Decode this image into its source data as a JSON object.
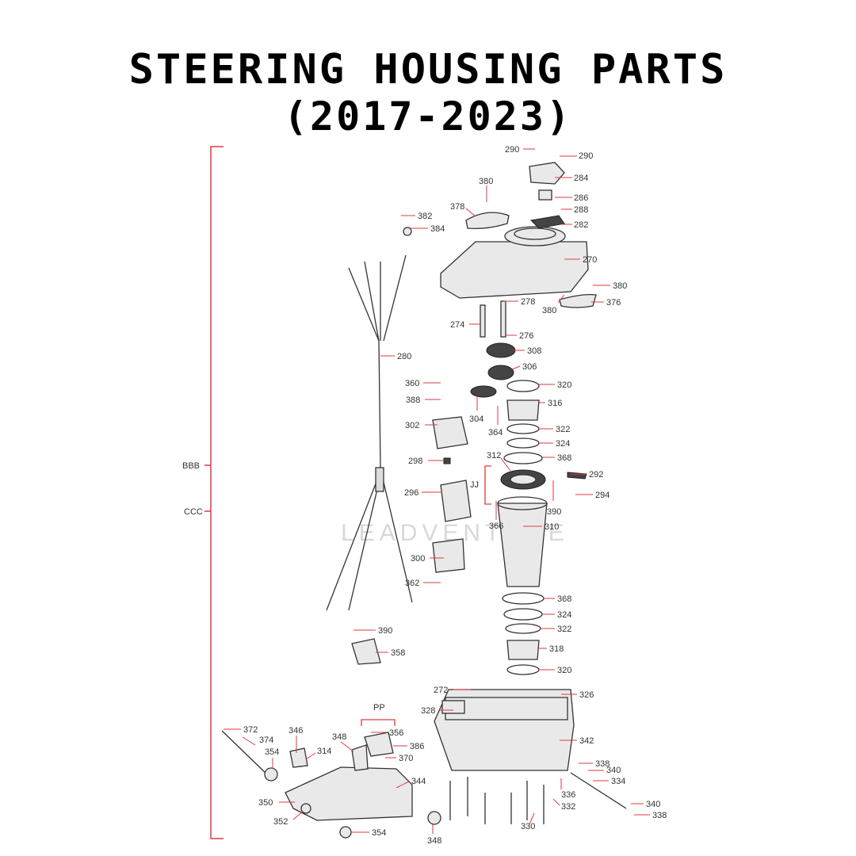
{
  "title": {
    "line1": "STEERING HOUSING PARTS",
    "line2": "(2017-2023)"
  },
  "colors": {
    "leader": "#e23a3a",
    "part": "#333333",
    "bracket": "#e23a3a"
  },
  "watermark": "LEADVENTURE",
  "brackets": {
    "outer": "BBB",
    "inner": "CCC",
    "jj": "JJ",
    "pp": "PP"
  },
  "labels": [
    {
      "id": "290a",
      "text": "290"
    },
    {
      "id": "290b",
      "text": "290"
    },
    {
      "id": "284",
      "text": "284"
    },
    {
      "id": "380a",
      "text": "380"
    },
    {
      "id": "286",
      "text": "286"
    },
    {
      "id": "378",
      "text": "378"
    },
    {
      "id": "288",
      "text": "288"
    },
    {
      "id": "282",
      "text": "282"
    },
    {
      "id": "382",
      "text": "382"
    },
    {
      "id": "384",
      "text": "384"
    },
    {
      "id": "270",
      "text": "270"
    },
    {
      "id": "380b",
      "text": "380"
    },
    {
      "id": "278",
      "text": "278"
    },
    {
      "id": "376",
      "text": "376"
    },
    {
      "id": "380c",
      "text": "380"
    },
    {
      "id": "274",
      "text": "274"
    },
    {
      "id": "276",
      "text": "276"
    },
    {
      "id": "308",
      "text": "308"
    },
    {
      "id": "280",
      "text": "280"
    },
    {
      "id": "306",
      "text": "306"
    },
    {
      "id": "360",
      "text": "360"
    },
    {
      "id": "320a",
      "text": "320"
    },
    {
      "id": "388",
      "text": "388"
    },
    {
      "id": "316",
      "text": "316"
    },
    {
      "id": "304",
      "text": "304"
    },
    {
      "id": "302",
      "text": "302"
    },
    {
      "id": "364",
      "text": "364"
    },
    {
      "id": "322a",
      "text": "322"
    },
    {
      "id": "324a",
      "text": "324"
    },
    {
      "id": "312",
      "text": "312"
    },
    {
      "id": "368a",
      "text": "368"
    },
    {
      "id": "298",
      "text": "298"
    },
    {
      "id": "292",
      "text": "292"
    },
    {
      "id": "296",
      "text": "296"
    },
    {
      "id": "294",
      "text": "294"
    },
    {
      "id": "390a",
      "text": "390"
    },
    {
      "id": "366",
      "text": "366"
    },
    {
      "id": "310",
      "text": "310"
    },
    {
      "id": "300",
      "text": "300"
    },
    {
      "id": "362",
      "text": "362"
    },
    {
      "id": "368b",
      "text": "368"
    },
    {
      "id": "324b",
      "text": "324"
    },
    {
      "id": "390b",
      "text": "390"
    },
    {
      "id": "322b",
      "text": "322"
    },
    {
      "id": "358",
      "text": "358"
    },
    {
      "id": "318",
      "text": "318"
    },
    {
      "id": "320b",
      "text": "320"
    },
    {
      "id": "272",
      "text": "272"
    },
    {
      "id": "326",
      "text": "326"
    },
    {
      "id": "328",
      "text": "328"
    },
    {
      "id": "372",
      "text": "372"
    },
    {
      "id": "346",
      "text": "346"
    },
    {
      "id": "356",
      "text": "356"
    },
    {
      "id": "374",
      "text": "374"
    },
    {
      "id": "348a",
      "text": "348"
    },
    {
      "id": "342",
      "text": "342"
    },
    {
      "id": "386",
      "text": "386"
    },
    {
      "id": "354a",
      "text": "354"
    },
    {
      "id": "314",
      "text": "314"
    },
    {
      "id": "370",
      "text": "370"
    },
    {
      "id": "338a",
      "text": "338"
    },
    {
      "id": "340a",
      "text": "340"
    },
    {
      "id": "334",
      "text": "334"
    },
    {
      "id": "344",
      "text": "344"
    },
    {
      "id": "336",
      "text": "336"
    },
    {
      "id": "350",
      "text": "350"
    },
    {
      "id": "332",
      "text": "332"
    },
    {
      "id": "340b",
      "text": "340"
    },
    {
      "id": "352",
      "text": "352"
    },
    {
      "id": "338b",
      "text": "338"
    },
    {
      "id": "330",
      "text": "330"
    },
    {
      "id": "354b",
      "text": "354"
    },
    {
      "id": "348b",
      "text": "348"
    }
  ]
}
